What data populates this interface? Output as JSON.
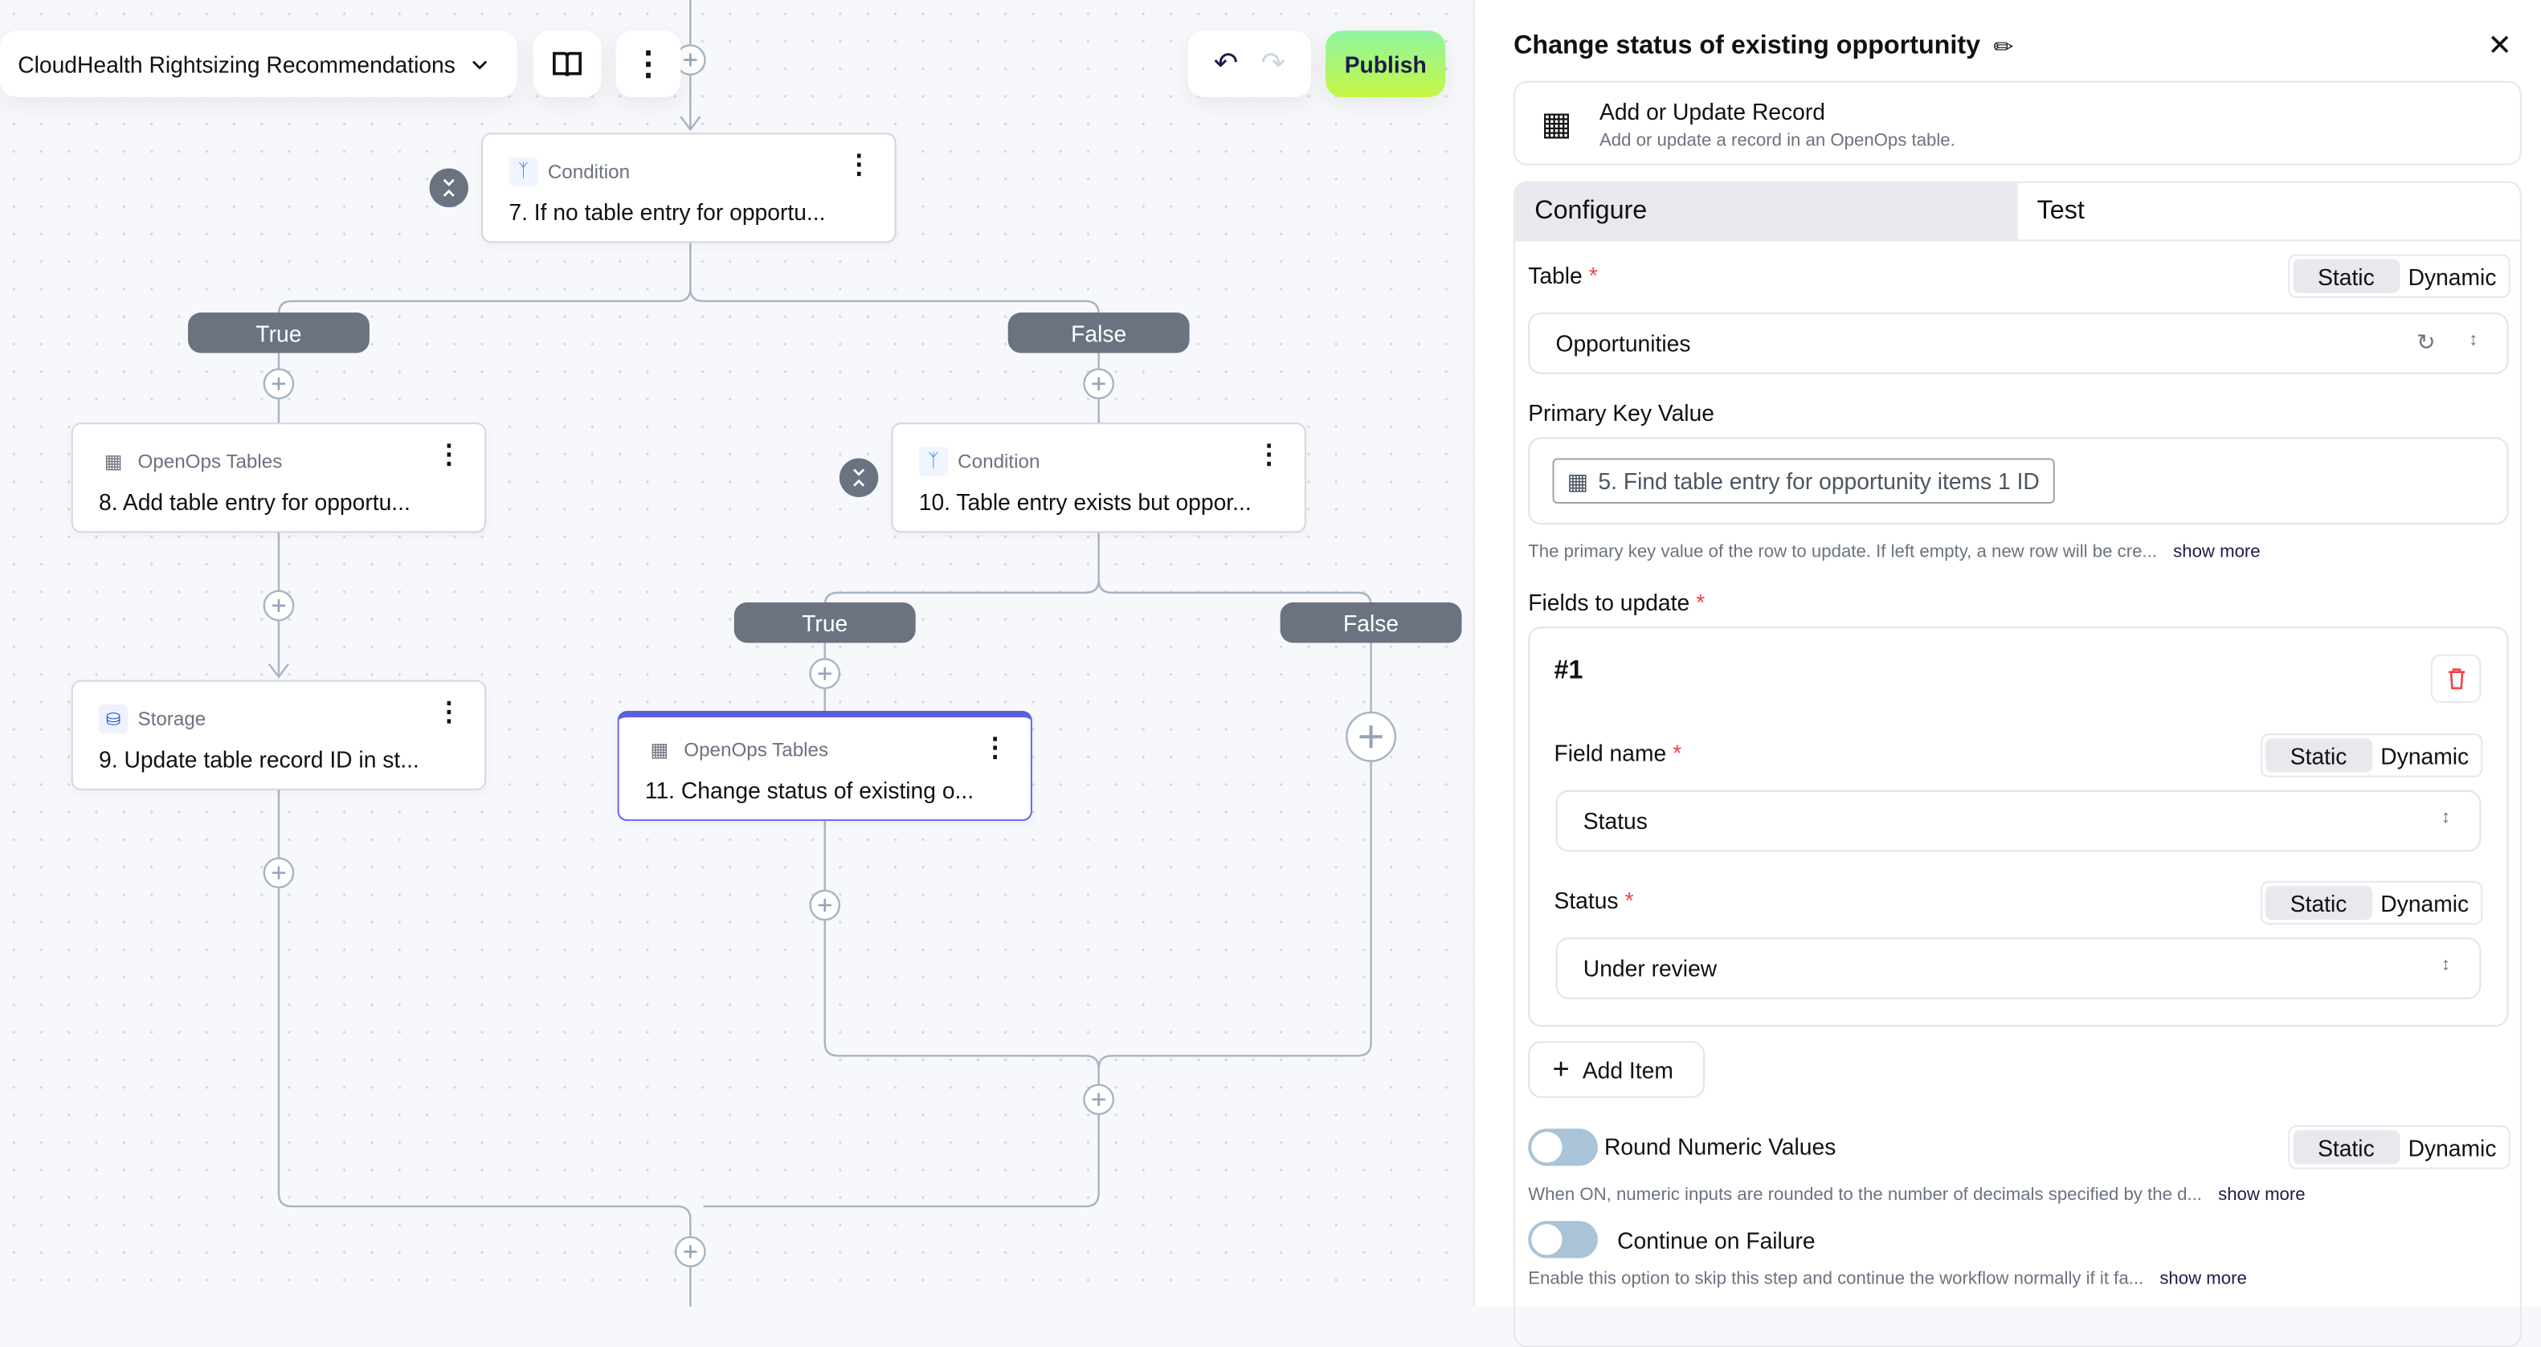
{
  "toolbar": {
    "flow_name": "CloudHealth Rightsizing Recommendations",
    "publish_label": "Publish",
    "publish_gradient": [
      "#8ef5a0",
      "#c6f744"
    ]
  },
  "nodes": [
    {
      "kind": "Condition",
      "title": "7. If no table entry for opportu..."
    },
    {
      "kind": "OpenOps Tables",
      "title": "8. Add table entry for opportu..."
    },
    {
      "kind": "Storage",
      "title": "9. Update table record ID in st..."
    },
    {
      "kind": "Condition",
      "title": "10. Table entry exists but oppor..."
    },
    {
      "kind": "OpenOps Tables",
      "title": "11. Change status of existing o..."
    }
  ],
  "branches": {
    "true_label": "True",
    "false_label": "False"
  },
  "accent": "#5b5fde",
  "panel": {
    "title": "Change status of existing opportunity",
    "action": {
      "name": "Add or Update Record",
      "description": "Add or update a record in an OpenOps table."
    },
    "tabs": [
      {
        "label": "Configure",
        "active": true
      },
      {
        "label": "Test",
        "active": false
      }
    ],
    "mode": {
      "static": "Static",
      "dynamic": "Dynamic"
    },
    "table": {
      "label": "Table",
      "value": "Opportunities"
    },
    "primary_key": {
      "label": "Primary Key Value",
      "chip": "5. Find table entry for opportunity items 1 ID",
      "help": "The primary key value of the row to update. If left empty, a new row will be cre...",
      "show_more": "show more"
    },
    "fields": {
      "label": "Fields to update",
      "item_title": "#1",
      "field_name_label": "Field name",
      "field_name_value": "Status",
      "status_label": "Status",
      "status_value": "Under review",
      "add_item": "Add Item"
    },
    "round": {
      "label": "Round Numeric Values",
      "enabled": false,
      "help": "When ON, numeric inputs are rounded to the number of decimals specified by the d...",
      "show_more": "show more"
    },
    "continue": {
      "label": "Continue on Failure",
      "enabled": false,
      "help": "Enable this option to skip this step and continue the workflow normally if it fa...",
      "show_more": "show more"
    }
  }
}
